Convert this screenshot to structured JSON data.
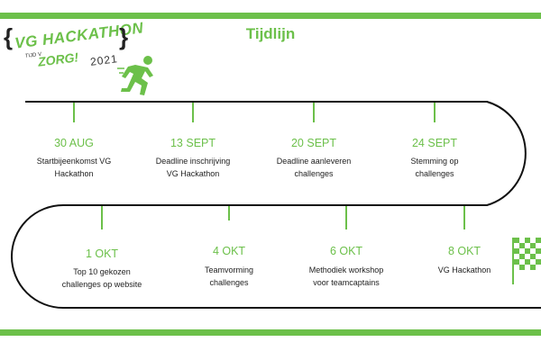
{
  "header": {
    "title": "Tijdlijn"
  },
  "logo": {
    "main": "VG HACKATHON",
    "tagline": "ZORG!",
    "tagline_prefix": "TIJD VOOR",
    "year": "2021"
  },
  "colors": {
    "accent": "#6cc04a",
    "text": "#222222",
    "track": "#111111"
  },
  "events_top": [
    {
      "date": "30 AUG",
      "line1": "Startbijeenkomst VG",
      "line2": "Hackathon"
    },
    {
      "date": "13 SEPT",
      "line1": "Deadline inschrijving",
      "line2": "VG Hackathon"
    },
    {
      "date": "20 SEPT",
      "line1": "Deadline aanleveren",
      "line2": "challenges"
    },
    {
      "date": "24 SEPT",
      "line1": "Stemming op",
      "line2": "challenges"
    }
  ],
  "events_bottom": [
    {
      "date": "1 OKT",
      "line1": "Top 10 gekozen",
      "line2": "challenges op website"
    },
    {
      "date": "4 OKT",
      "line1": "Teamvorming",
      "line2": "challenges"
    },
    {
      "date": "6 OKT",
      "line1": "Methodiek workshop",
      "line2": "voor teamcaptains"
    },
    {
      "date": "8 OKT",
      "line1": "VG Hackathon",
      "line2": ""
    }
  ],
  "icons": {
    "runner": "runner-icon",
    "finish": "checkered-flag-icon"
  }
}
